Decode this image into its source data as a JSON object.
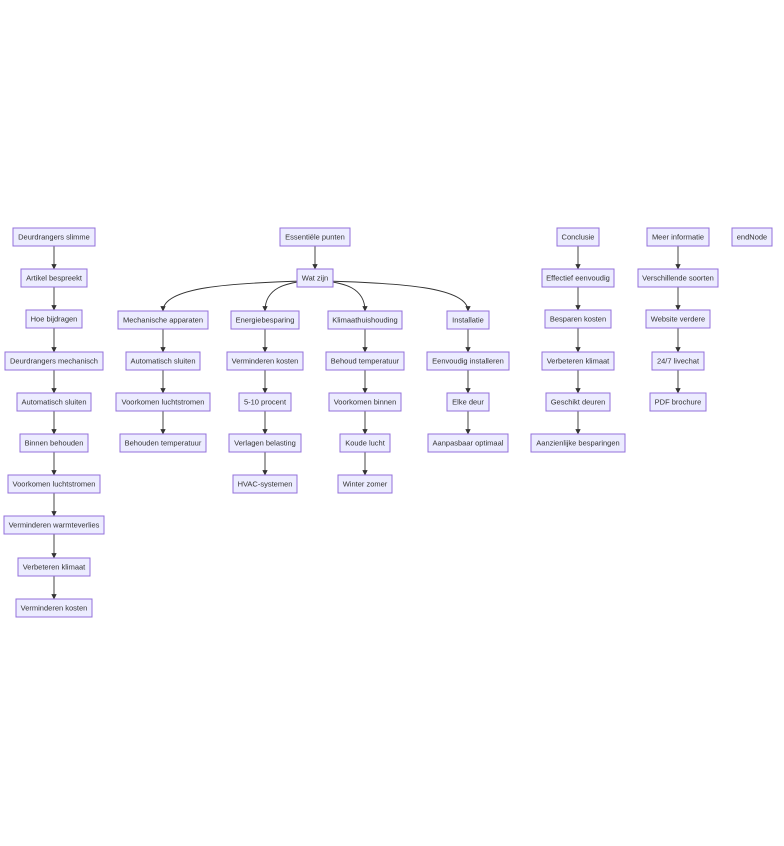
{
  "diagram": {
    "type": "flowchart",
    "nodes": {
      "c1_1": "Deurdrangers slimme",
      "c1_2": "Artikel bespreekt",
      "c1_3": "Hoe bijdragen",
      "c1_4": "Deurdrangers mechanisch",
      "c1_5": "Automatisch sluiten",
      "c1_6": "Binnen behouden",
      "c1_7": "Voorkomen luchtstromen",
      "c1_8": "Verminderen warmteverlies",
      "c1_9": "Verbeteren klimaat",
      "c1_10": "Verminderen kosten",
      "ess": "Essentiële punten",
      "wat": "Wat zijn",
      "mech": "Mechanische apparaten",
      "mech_2": "Automatisch sluiten",
      "mech_3": "Voorkomen luchtstromen",
      "mech_4": "Behouden temperatuur",
      "energ": "Energiebesparing",
      "energ_2": "Verminderen kosten",
      "energ_3": "5-10 procent",
      "energ_4": "Verlagen belasting",
      "energ_5": "HVAC-systemen",
      "klim": "Klimaathuishouding",
      "klim_2": "Behoud temperatuur",
      "klim_3": "Voorkomen binnen",
      "klim_4": "Koude lucht",
      "klim_5": "Winter zomer",
      "inst": "Installatie",
      "inst_2": "Eenvoudig installeren",
      "inst_3": "Elke deur",
      "inst_4": "Aanpasbaar optimaal",
      "concl": "Conclusie",
      "concl_2": "Effectief eenvoudig",
      "concl_3": "Besparen kosten",
      "concl_4": "Verbeteren klimaat",
      "concl_5": "Geschikt deuren",
      "concl_6": "Aanzienlijke besparingen",
      "meer": "Meer informatie",
      "meer_2": "Verschillende soorten",
      "meer_3": "Website verdere",
      "meer_4": "24/7 livechat",
      "meer_5": "PDF brochure",
      "end": "endNode"
    },
    "edges": [
      [
        "c1_1",
        "c1_2"
      ],
      [
        "c1_2",
        "c1_3"
      ],
      [
        "c1_3",
        "c1_4"
      ],
      [
        "c1_4",
        "c1_5"
      ],
      [
        "c1_5",
        "c1_6"
      ],
      [
        "c1_6",
        "c1_7"
      ],
      [
        "c1_7",
        "c1_8"
      ],
      [
        "c1_8",
        "c1_9"
      ],
      [
        "c1_9",
        "c1_10"
      ],
      [
        "ess",
        "wat"
      ],
      [
        "wat",
        "mech"
      ],
      [
        "wat",
        "energ"
      ],
      [
        "wat",
        "klim"
      ],
      [
        "wat",
        "inst"
      ],
      [
        "mech",
        "mech_2"
      ],
      [
        "mech_2",
        "mech_3"
      ],
      [
        "mech_3",
        "mech_4"
      ],
      [
        "energ",
        "energ_2"
      ],
      [
        "energ_2",
        "energ_3"
      ],
      [
        "energ_3",
        "energ_4"
      ],
      [
        "energ_4",
        "energ_5"
      ],
      [
        "klim",
        "klim_2"
      ],
      [
        "klim_2",
        "klim_3"
      ],
      [
        "klim_3",
        "klim_4"
      ],
      [
        "klim_4",
        "klim_5"
      ],
      [
        "inst",
        "inst_2"
      ],
      [
        "inst_2",
        "inst_3"
      ],
      [
        "inst_3",
        "inst_4"
      ],
      [
        "concl",
        "concl_2"
      ],
      [
        "concl_2",
        "concl_3"
      ],
      [
        "concl_3",
        "concl_4"
      ],
      [
        "concl_4",
        "concl_5"
      ],
      [
        "concl_5",
        "concl_6"
      ],
      [
        "meer",
        "meer_2"
      ],
      [
        "meer_2",
        "meer_3"
      ],
      [
        "meer_3",
        "meer_4"
      ],
      [
        "meer_4",
        "meer_5"
      ]
    ],
    "colors": {
      "node_fill": "#ECECFF",
      "node_border": "#9370DB",
      "edge": "#333333",
      "text": "#333333"
    }
  }
}
